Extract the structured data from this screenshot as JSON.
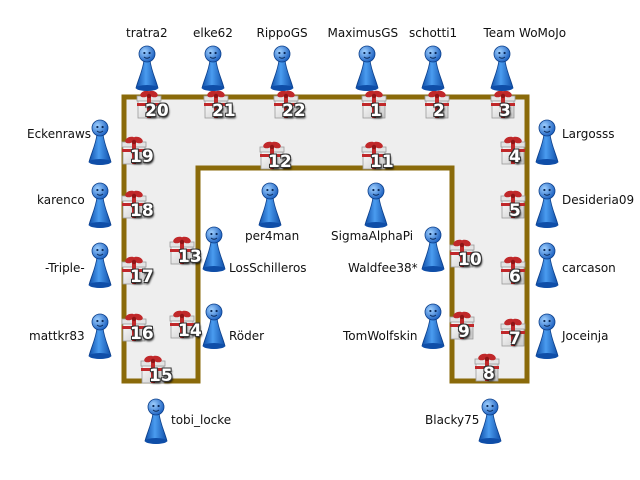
{
  "game": {
    "seat_count": 22,
    "colors": {
      "frame": "#8a6a0a",
      "floor": "#eeeeee",
      "pawn": "#2a7ad8",
      "pawn_dark": "#0f4ea8",
      "gift": "#f2f2f2",
      "ribbon": "#c0282a"
    },
    "icons": {
      "pawn": "blue-pawn-icon",
      "gift": "gift-box-icon"
    }
  },
  "seats": [
    {
      "number": "1",
      "player": "MaximusGS"
    },
    {
      "number": "2",
      "player": "schotti1"
    },
    {
      "number": "3",
      "player": "Team WoMoJo"
    },
    {
      "number": "4",
      "player": "Largosss"
    },
    {
      "number": "5",
      "player": "Desideria09"
    },
    {
      "number": "6",
      "player": "carcason"
    },
    {
      "number": "7",
      "player": "Joceinja"
    },
    {
      "number": "8",
      "player": "Blacky75"
    },
    {
      "number": "9",
      "player": "TomWolfskin"
    },
    {
      "number": "10",
      "player": "Waldfee38*"
    },
    {
      "number": "11",
      "player": "SigmaAlphaPi"
    },
    {
      "number": "12",
      "player": "per4man"
    },
    {
      "number": "13",
      "player": "LosSchilleros"
    },
    {
      "number": "14",
      "player": "Röder"
    },
    {
      "number": "15",
      "player": "tobi_locke"
    },
    {
      "number": "16",
      "player": "mattkr83"
    },
    {
      "number": "17",
      "player": "-Triple-"
    },
    {
      "number": "18",
      "player": "karenco"
    },
    {
      "number": "19",
      "player": "Eckenraws"
    },
    {
      "number": "20",
      "player": "tratra2"
    },
    {
      "number": "21",
      "player": "elke62"
    },
    {
      "number": "22",
      "player": "RippoGS"
    }
  ]
}
